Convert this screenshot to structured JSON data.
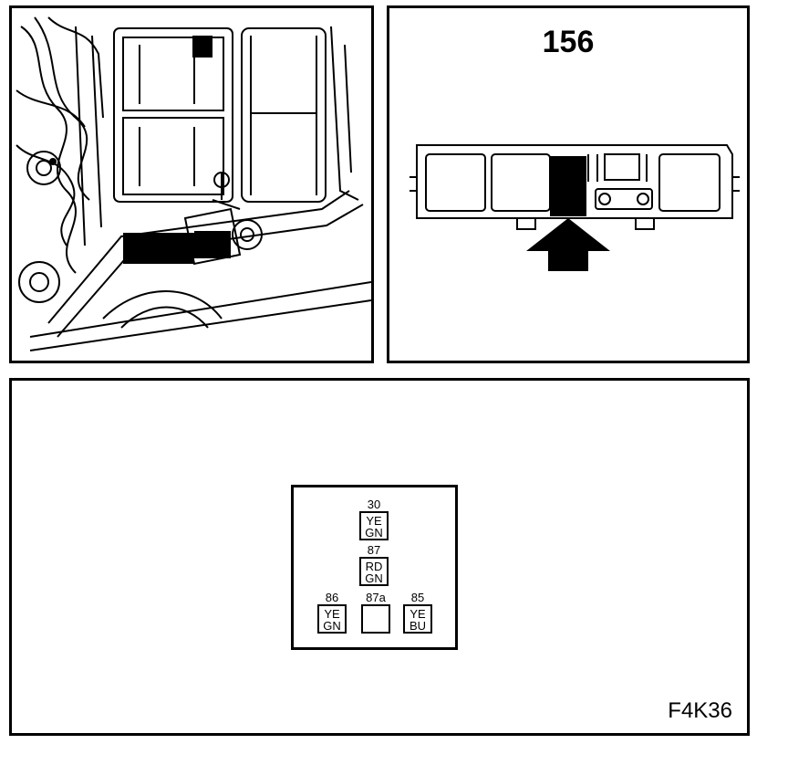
{
  "fusebox_panel": {
    "figure_number": "156"
  },
  "pinout_panel": {
    "figure_code": "F4K36",
    "pins": [
      {
        "number": "30",
        "wires": [
          "YE",
          "GN"
        ]
      },
      {
        "number": "87",
        "wires": [
          "RD",
          "GN"
        ]
      },
      {
        "number": "86",
        "wires": [
          "YE",
          "GN"
        ]
      },
      {
        "number": "87a",
        "wires": []
      },
      {
        "number": "85",
        "wires": [
          "YE",
          "BU"
        ]
      }
    ]
  },
  "colors": {
    "line": "#000000",
    "background": "#ffffff"
  },
  "icons": [
    "engine-bay-illustration",
    "fuse-box-illustration",
    "arrow-up-icon"
  ]
}
